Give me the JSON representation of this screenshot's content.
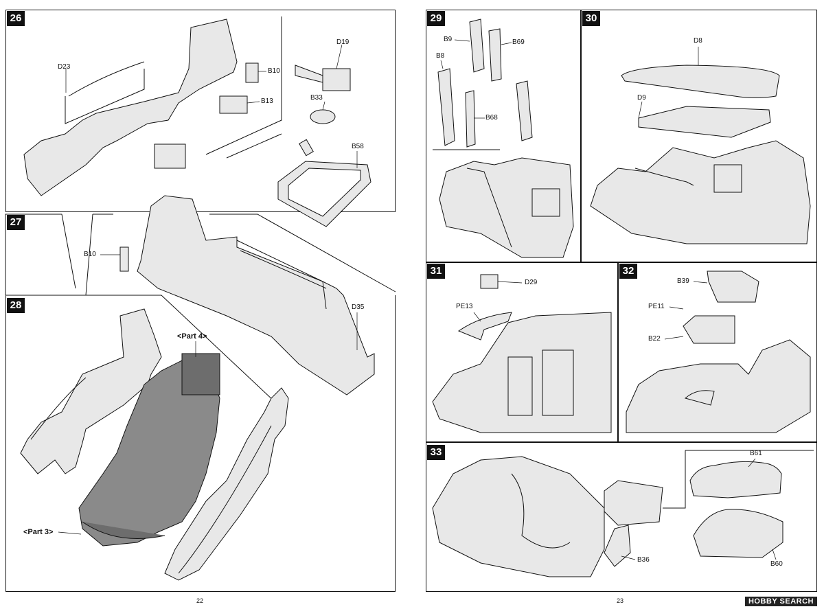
{
  "left_page": {
    "page_number": "22",
    "steps": [
      {
        "number": "26",
        "labels": [
          "D23",
          "B10",
          "B13",
          "D19",
          "B33",
          "B58"
        ]
      },
      {
        "number": "27",
        "labels": [
          "B10",
          "D35"
        ]
      },
      {
        "number": "28",
        "labels": [
          "<Part 4>",
          "<Part 3>"
        ]
      }
    ]
  },
  "right_page": {
    "page_number": "23",
    "steps": [
      {
        "number": "29",
        "labels": [
          "B9",
          "B69",
          "B8",
          "B68"
        ]
      },
      {
        "number": "30",
        "labels": [
          "D8",
          "D9"
        ]
      },
      {
        "number": "31",
        "labels": [
          "D29",
          "PE13"
        ]
      },
      {
        "number": "32",
        "labels": [
          "B39",
          "PE11",
          "B22"
        ]
      },
      {
        "number": "33",
        "labels": [
          "B61",
          "B36",
          "B60"
        ]
      }
    ]
  },
  "watermark": "HOBBY SEARCH",
  "colors": {
    "line": "#111111",
    "part_fill": "#e8e8e8",
    "assembly_fill": "#8a8a8a",
    "step_badge": "#111111"
  }
}
